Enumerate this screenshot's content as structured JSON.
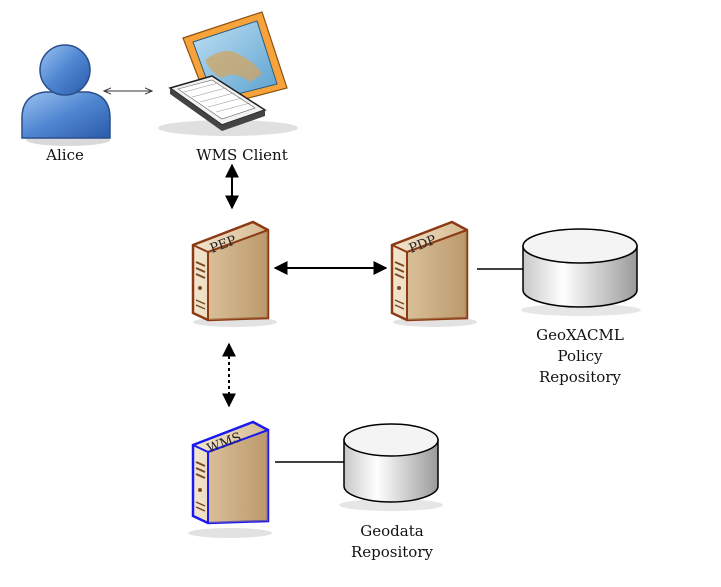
{
  "nodes": {
    "alice": {
      "label": "Alice"
    },
    "wms_client": {
      "label": "WMS Client"
    },
    "pep": {
      "label": "PEP"
    },
    "pdp": {
      "label": "PDP"
    },
    "wms": {
      "label": "WMS"
    },
    "policy_repo": {
      "lines": [
        "GeoXACML",
        "Policy",
        "Repository"
      ]
    },
    "geodata_repo": {
      "lines": [
        "Geodata",
        "Repository"
      ]
    }
  },
  "colors": {
    "server_border_brown": "#8b3a14",
    "server_border_blue": "#1a1aee",
    "server_body": "#d8b88c",
    "person": "#5b8ed6"
  }
}
